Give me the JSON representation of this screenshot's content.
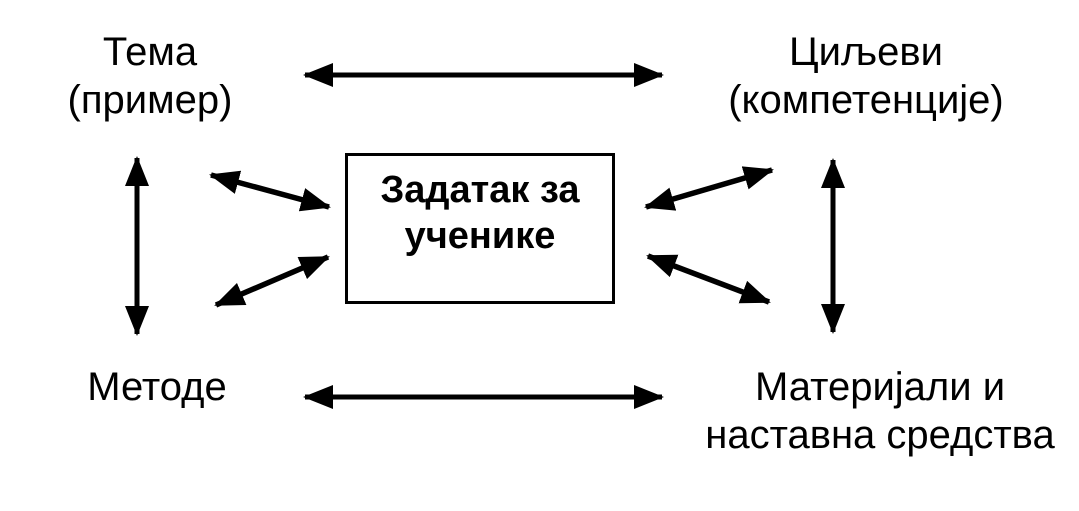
{
  "diagram": {
    "title": "Task planning diagram (Serbian)",
    "colors": {
      "background": "#ffffff",
      "text": "#000000",
      "arrow": "#000000",
      "box_border": "#000000",
      "box_background": "#ffffff"
    },
    "nodes": {
      "topic": {
        "line1": "Тема",
        "line2": "(пример)"
      },
      "goals": {
        "line1": "Циљеви",
        "line2": "(компетенције)"
      },
      "task": {
        "line1": "Задатак за",
        "line2": "ученике"
      },
      "methods": {
        "line1": "Методе"
      },
      "materials": {
        "line1": "Материјали и",
        "line2": "наставна средства"
      }
    },
    "edges": [
      {
        "between": [
          "topic",
          "goals"
        ],
        "type": "double-headed"
      },
      {
        "between": [
          "methods",
          "materials"
        ],
        "type": "double-headed"
      },
      {
        "between": [
          "topic",
          "methods"
        ],
        "type": "double-headed"
      },
      {
        "between": [
          "goals",
          "materials"
        ],
        "type": "double-headed"
      },
      {
        "between": [
          "task",
          "topic"
        ],
        "type": "double-headed"
      },
      {
        "between": [
          "task",
          "methods"
        ],
        "type": "double-headed"
      },
      {
        "between": [
          "task",
          "goals"
        ],
        "type": "double-headed"
      },
      {
        "between": [
          "task",
          "materials"
        ],
        "type": "double-headed"
      }
    ]
  }
}
